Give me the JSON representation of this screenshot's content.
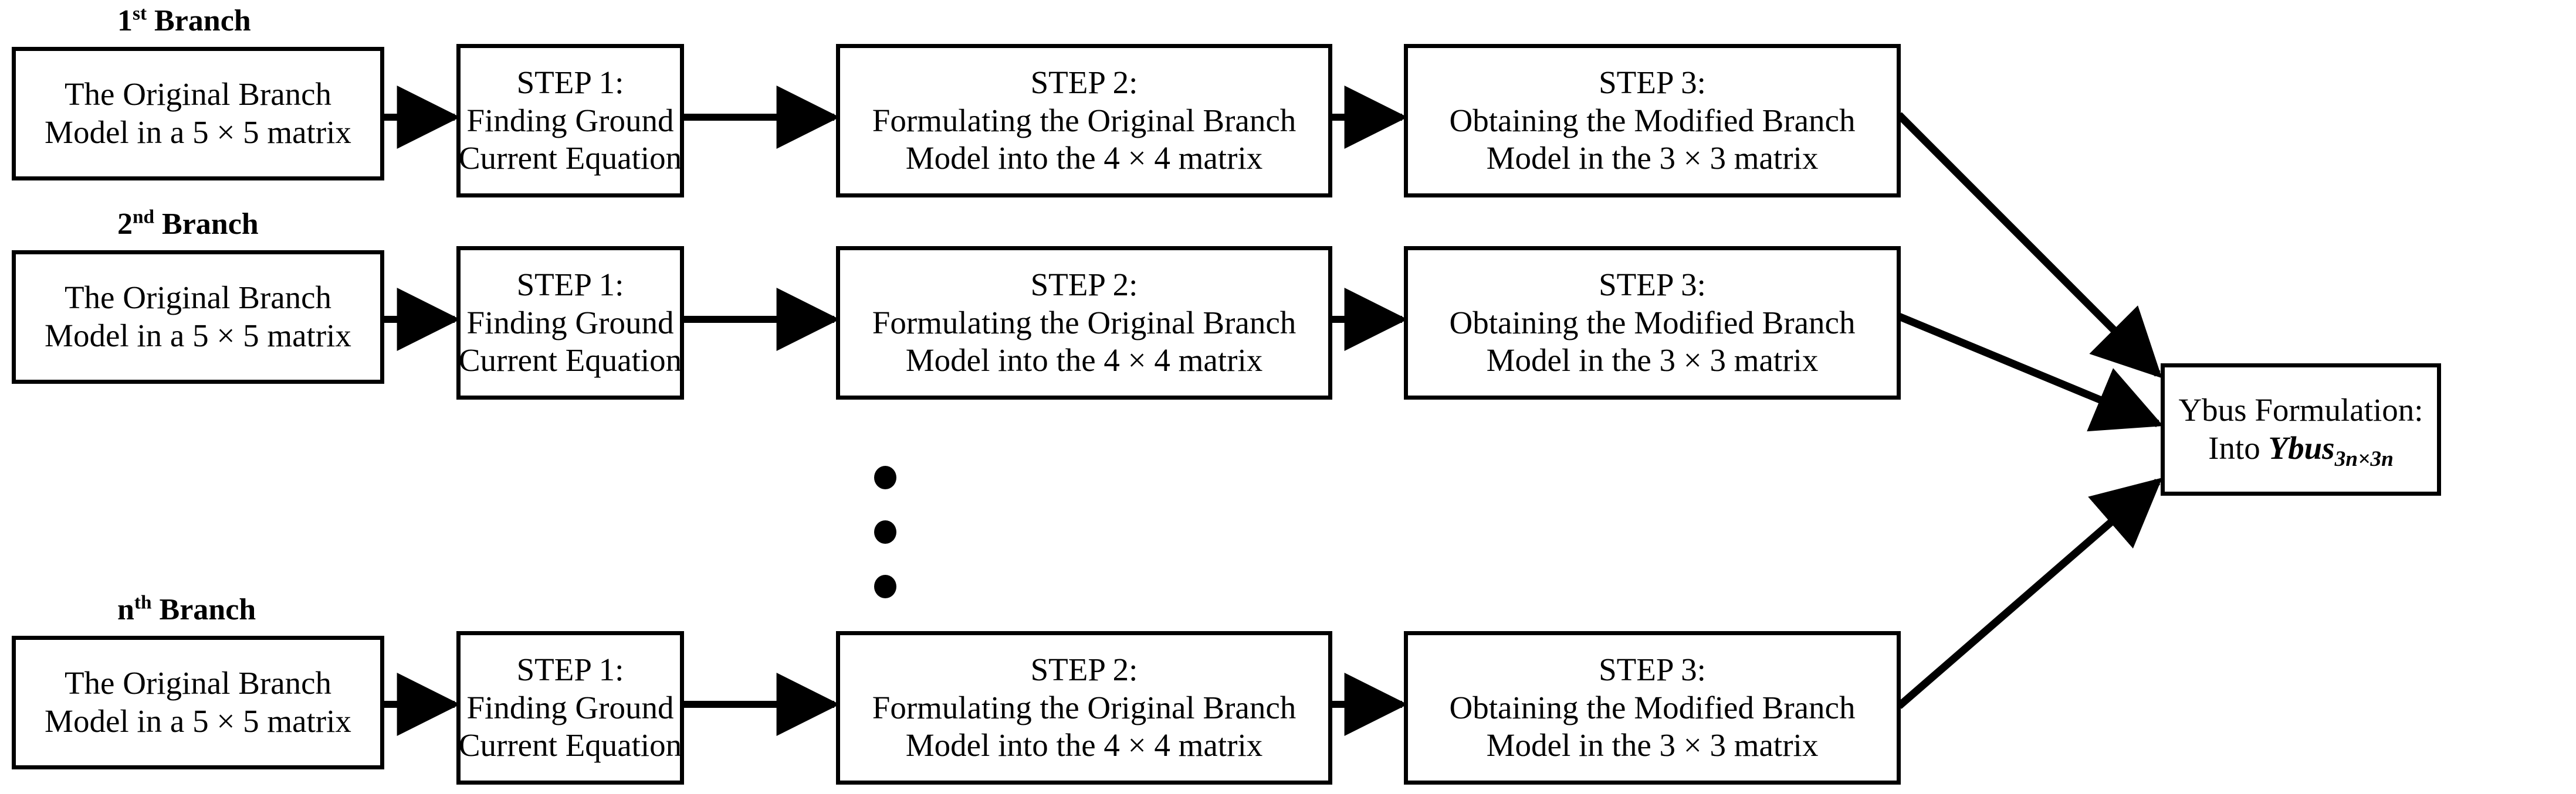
{
  "diagram": {
    "title": "Branch-wise Ybus formulation flowchart",
    "stroke_color": "#000000",
    "fill_color": "#ffffff",
    "branches": [
      {
        "id": "branch-1",
        "label_number": "1",
        "label_ordinal": "st",
        "label_word": "Branch",
        "nodes": [
          {
            "id": "original-model",
            "lines": [
              "The Original Branch",
              "Model in a 5 × 5 matrix"
            ]
          },
          {
            "id": "step-1",
            "lines": [
              "STEP 1:",
              "Finding Ground",
              "Current Equation"
            ]
          },
          {
            "id": "step-2",
            "lines": [
              "STEP 2:",
              "Formulating the Original Branch",
              "Model into the 4 × 4 matrix"
            ]
          },
          {
            "id": "step-3",
            "lines": [
              "STEP 3:",
              "Obtaining the Modified Branch",
              "Model in the 3 × 3 matrix"
            ]
          }
        ]
      },
      {
        "id": "branch-2",
        "label_number": "2",
        "label_ordinal": "nd",
        "label_word": "Branch",
        "nodes": [
          {
            "id": "original-model",
            "lines": [
              "The Original Branch",
              "Model in a 5 × 5 matrix"
            ]
          },
          {
            "id": "step-1",
            "lines": [
              "STEP 1:",
              "Finding Ground",
              "Current Equation"
            ]
          },
          {
            "id": "step-2",
            "lines": [
              "STEP 2:",
              "Formulating the Original Branch",
              "Model into the 4 × 4 matrix"
            ]
          },
          {
            "id": "step-3",
            "lines": [
              "STEP 3:",
              "Obtaining the Modified Branch",
              "Model in the 3 × 3 matrix"
            ]
          }
        ]
      },
      {
        "id": "branch-n",
        "label_number": "n",
        "label_ordinal": "th",
        "label_word": "Branch",
        "nodes": [
          {
            "id": "original-model",
            "lines": [
              "The Original Branch",
              "Model in a 5 × 5 matrix"
            ]
          },
          {
            "id": "step-1",
            "lines": [
              "STEP 1:",
              "Finding Ground",
              "Current Equation"
            ]
          },
          {
            "id": "step-2",
            "lines": [
              "STEP 2:",
              "Formulating the Original Branch",
              "Model into the 4 × 4 matrix"
            ]
          },
          {
            "id": "step-3",
            "lines": [
              "STEP 3:",
              "Obtaining the Modified Branch",
              "Model in the 3 × 3 matrix"
            ]
          }
        ]
      }
    ],
    "ellipsis": {
      "symbol": "•",
      "count": 3
    },
    "result_node": {
      "id": "ybus-formulation",
      "line_1": "Ybus Formulation:",
      "line_2_prefix": "Into ",
      "line_2_symbol": "Ybus",
      "line_2_subscript": "3n×3n"
    }
  }
}
